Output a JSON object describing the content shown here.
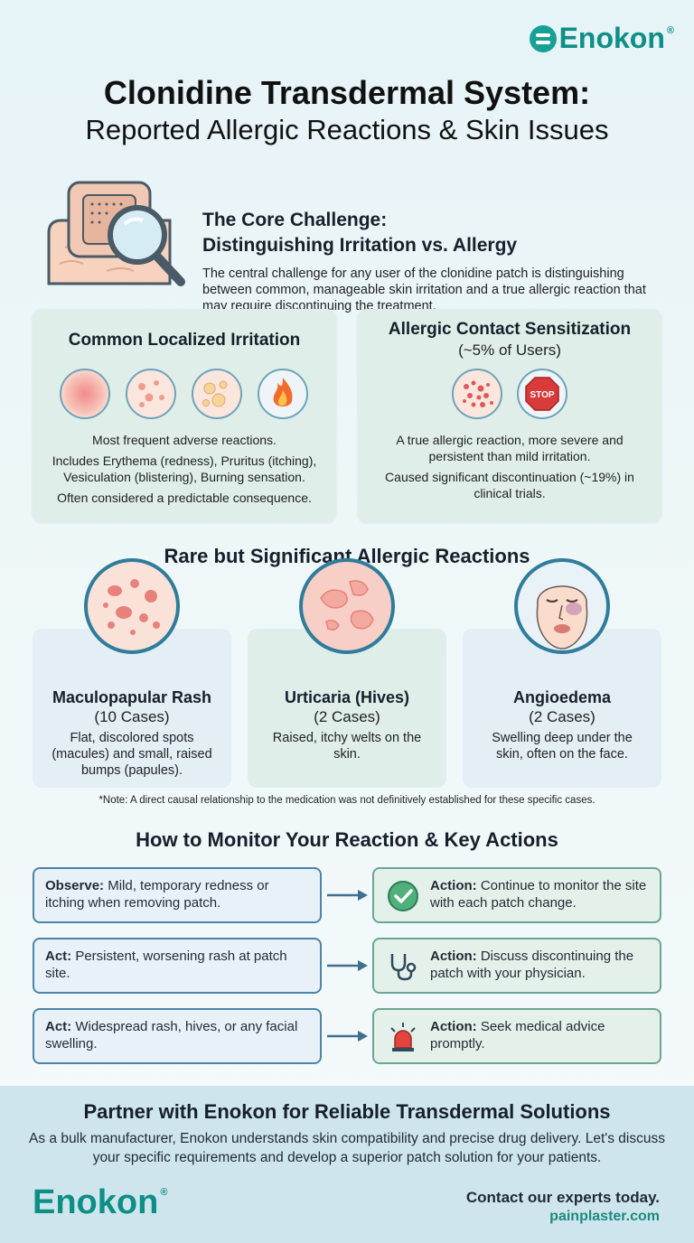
{
  "brand": {
    "name": "Enokon",
    "reg": "®"
  },
  "title": {
    "line1": "Clonidine Transdermal System:",
    "line2": "Reported Allergic Reactions & Skin Issues"
  },
  "core": {
    "heading_line1": "The Core Challenge:",
    "heading_line2": "Distinguishing Irritation vs. Allergy",
    "text": "The central challenge for any user of the clonidine patch is distinguishing between common, manageable skin irritation and a true allergic reaction that may require discontinuing the treatment."
  },
  "irritation": {
    "title": "Common Localized Irritation",
    "p1": "Most frequent adverse reactions.",
    "p2": "Includes Erythema (redness), Pruritus (itching), Vesiculation (blistering), Burning sensation.",
    "p3": "Often considered a predictable consequence."
  },
  "sensitization": {
    "title": "Allergic Contact Sensitization",
    "sub": "(~5% of Users)",
    "stop": "STOP",
    "p1": "A true allergic reaction, more severe and persistent than mild irritation.",
    "p2": "Caused significant discontinuation (~19%) in clinical trials."
  },
  "rare": {
    "heading": "Rare but Significant Allergic Reactions",
    "items": [
      {
        "title": "Maculopapular Rash",
        "sub": "(10 Cases)",
        "text": "Flat, discolored spots (macules) and small, raised bumps (papules)."
      },
      {
        "title": "Urticaria (Hives)",
        "sub": "(2 Cases)",
        "text": "Raised, itchy welts on the skin."
      },
      {
        "title": "Angioedema",
        "sub": "(2 Cases)",
        "text": "Swelling deep under the skin, often on the face."
      }
    ],
    "note": "*Note: A direct causal relationship to the medication was not definitively established for these specific cases."
  },
  "monitor": {
    "heading": "How to Monitor Your Reaction & Key Actions",
    "rows": [
      {
        "left_label": "Observe:",
        "left_text": " Mild, temporary redness or itching when removing patch.",
        "right_label": "Action:",
        "right_text": " Continue to monitor the site with each patch change.",
        "icon": "check-icon"
      },
      {
        "left_label": "Act:",
        "left_text": " Persistent, worsening rash at patch site.",
        "right_label": "Action:",
        "right_text": " Discuss discontinuing the patch with your physician.",
        "icon": "stethoscope-icon"
      },
      {
        "left_label": "Act:",
        "left_text": " Widespread rash, hives, or any facial swelling.",
        "right_label": "Action:",
        "right_text": " Seek medical advice promptly.",
        "icon": "alarm-icon"
      }
    ]
  },
  "footer": {
    "heading": "Partner with Enokon for Reliable Transdermal Solutions",
    "text": "As a bulk manufacturer, Enokon understands skin compatibility and precise drug delivery. Let's discuss your specific requirements and develop a superior patch solution for your patients.",
    "contact": "Contact our experts today.",
    "url": "painplaster.com"
  },
  "colors": {
    "brand": "#0e8f86",
    "card_green": "#dfeee9",
    "card_blue": "#e4eef5",
    "accent_blue": "#2f7c9b"
  }
}
